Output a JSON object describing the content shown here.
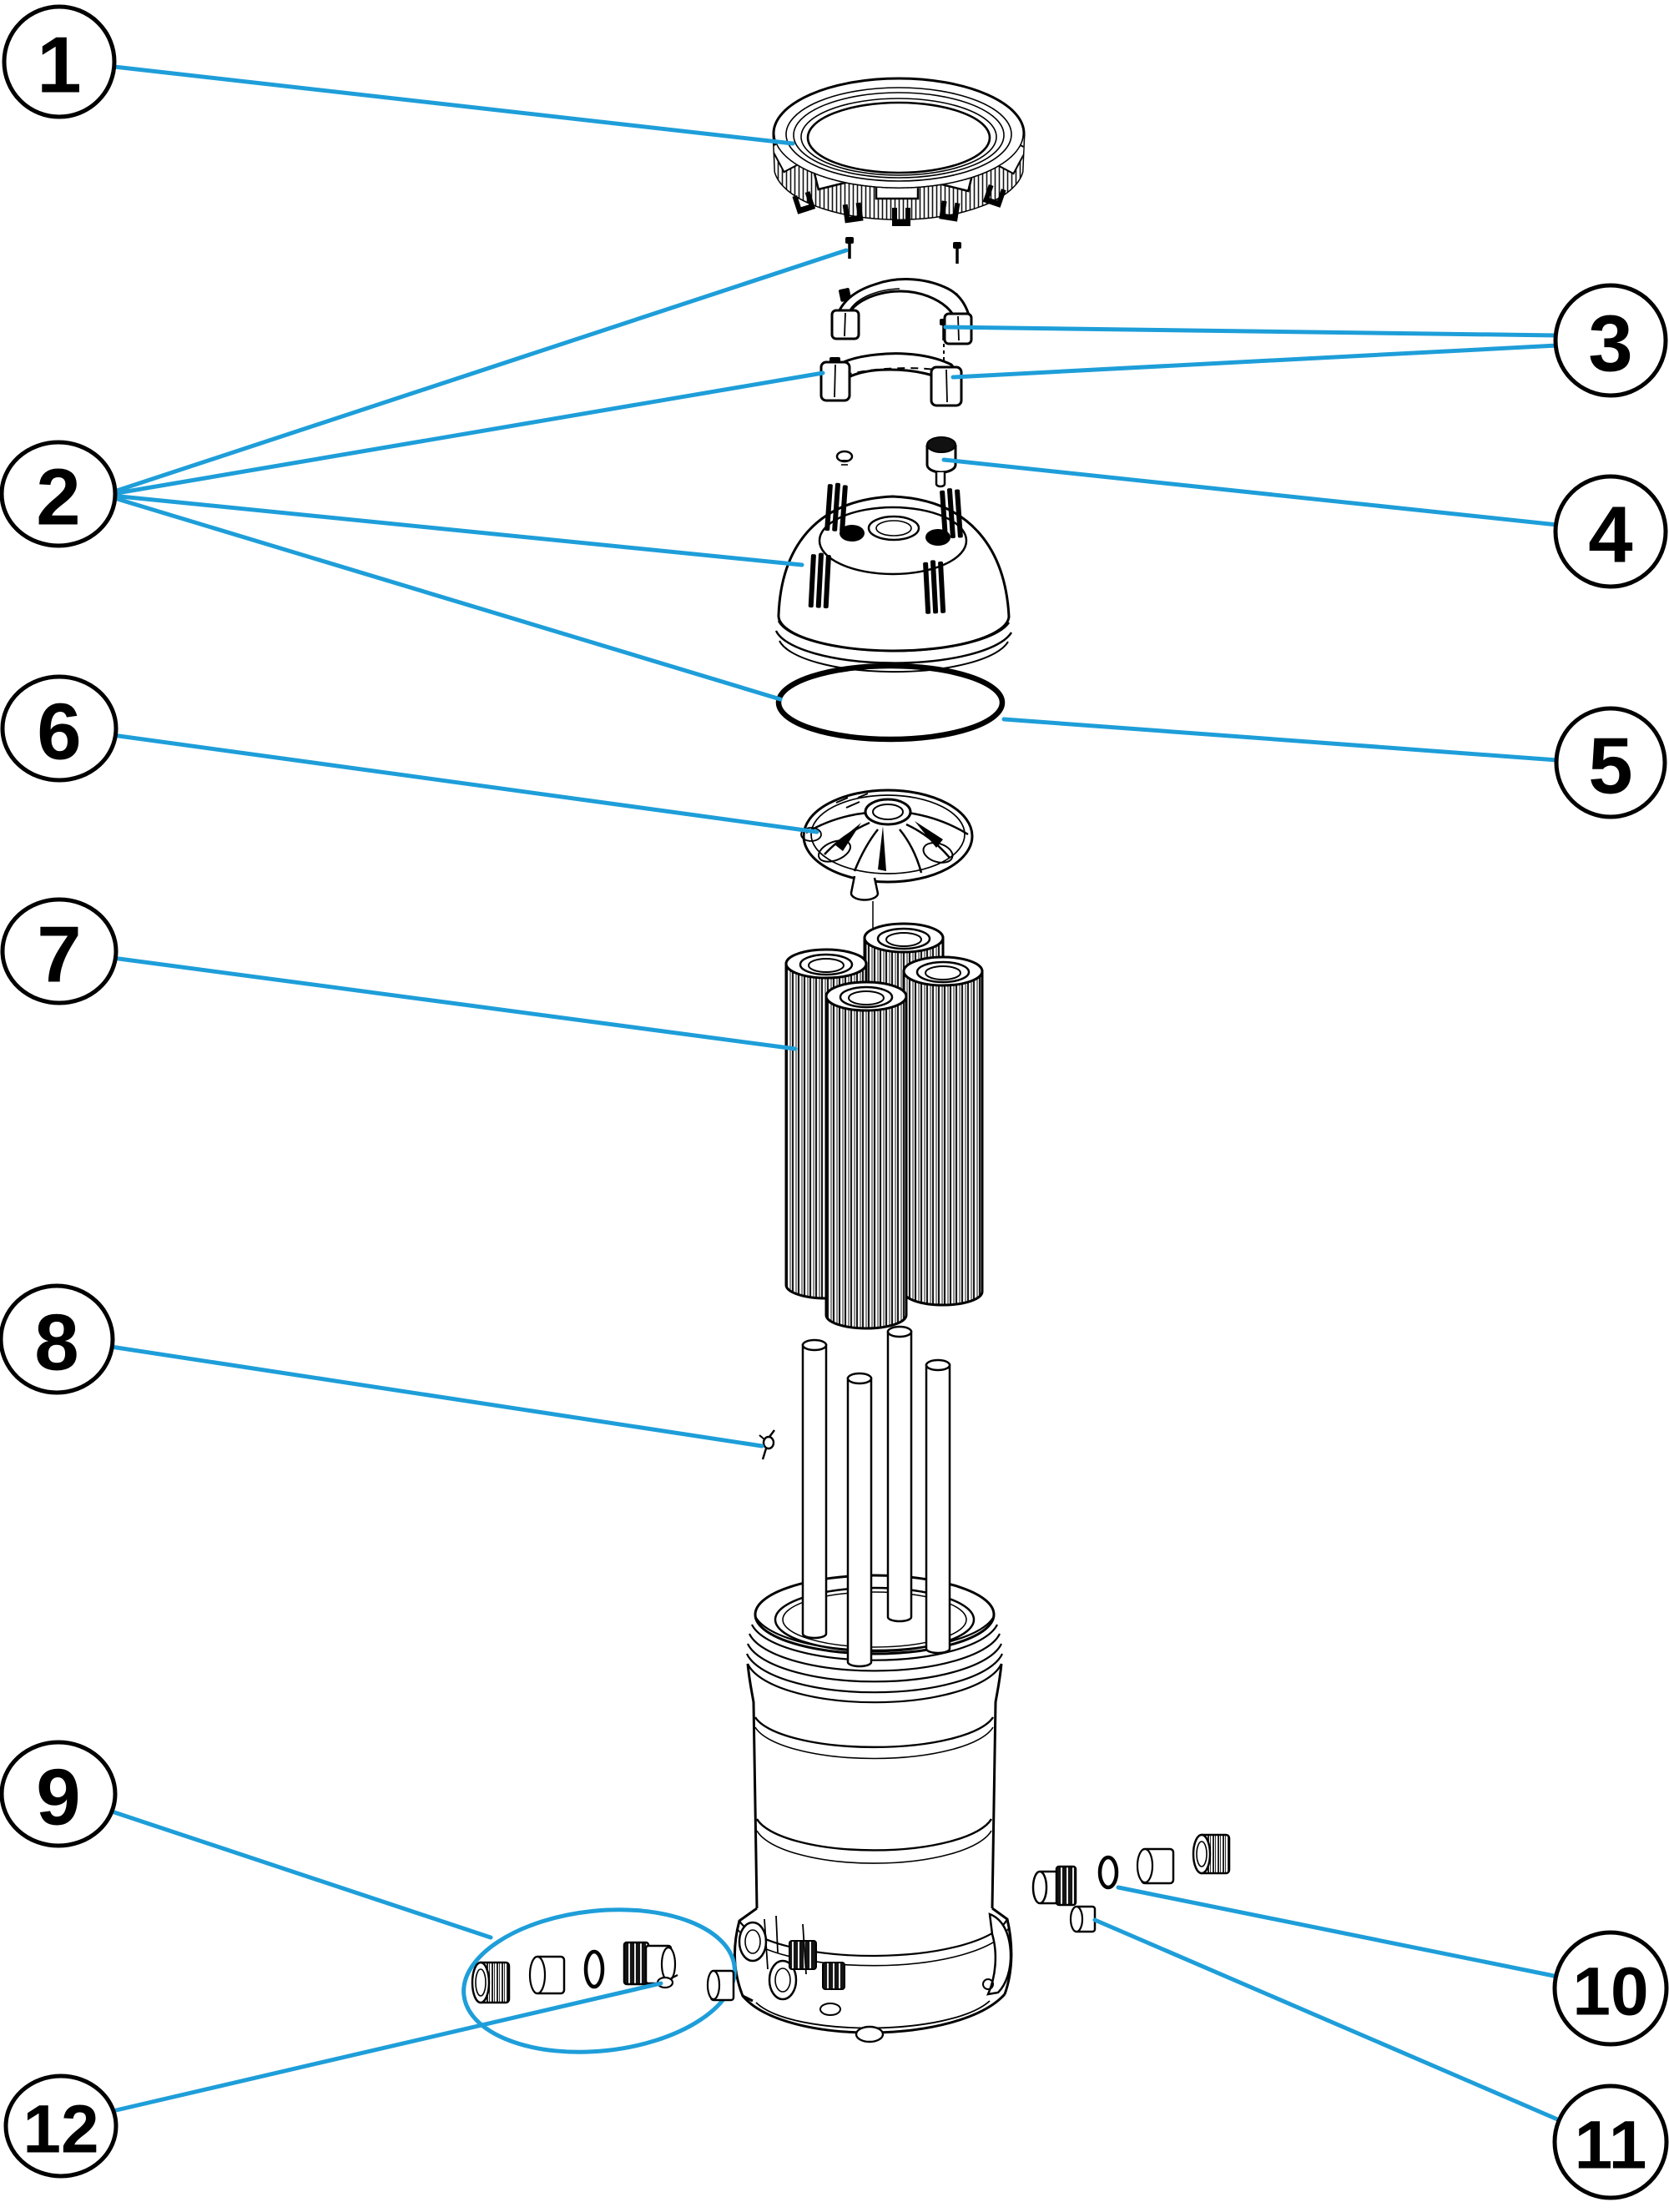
{
  "diagram": {
    "type": "exploded-parts-diagram",
    "background_color": "#ffffff",
    "drawing_color": "#000000",
    "leader_color": "#1e9ed9",
    "callouts": [
      {
        "number": "1",
        "target": "lock-ring"
      },
      {
        "number": "2",
        "targets": [
          "cover-screw",
          "clamp-lower",
          "cover-lid",
          "cover-o-ring"
        ]
      },
      {
        "number": "3",
        "targets": [
          "clamp-screw",
          "clamp-lower-right-end"
        ]
      },
      {
        "number": "4",
        "target": "purge-plug"
      },
      {
        "number": "5",
        "target": "lid-o-ring"
      },
      {
        "number": "6",
        "target": "diffuser-plate"
      },
      {
        "number": "7",
        "target": "filter-cartridges"
      },
      {
        "number": "8",
        "target": "retaining-clip"
      },
      {
        "number": "9",
        "target": "union-fitting-kit"
      },
      {
        "number": "10",
        "target": "union-o-ring"
      },
      {
        "number": "11",
        "target": "union-cap"
      },
      {
        "number": "12",
        "target": "fitting-screw"
      }
    ]
  }
}
